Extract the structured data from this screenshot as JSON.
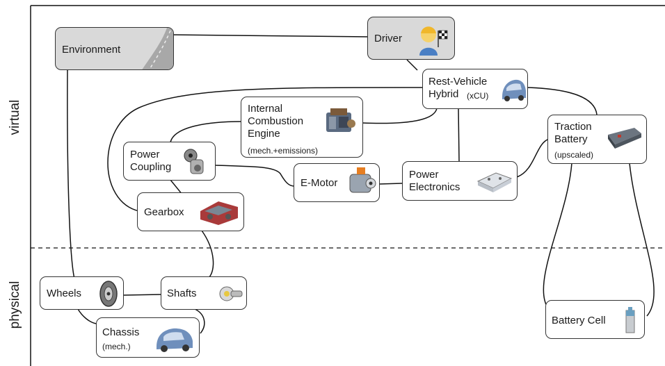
{
  "side_labels": {
    "virtual": "virtual",
    "physical": "physical"
  },
  "nodes": {
    "environment": {
      "title": "Environment",
      "icon": "road-icon"
    },
    "driver": {
      "title": "Driver",
      "icon": "driver-flag-icon"
    },
    "rest_vehicle": {
      "title": "Rest-Vehicle\nHybrid",
      "sub": "(xCU)",
      "icon": "car-icon"
    },
    "ice": {
      "title": "Internal\nCombustion\nEngine",
      "sub": "(mech.+emissions)",
      "icon": "engine-icon"
    },
    "traction_battery": {
      "title": "Traction\nBattery",
      "sub": "(upscaled)",
      "icon": "battery-pack-icon"
    },
    "power_coupling": {
      "title": "Power\nCoupling",
      "icon": "coupling-icon"
    },
    "e_motor": {
      "title": "E-Motor",
      "icon": "e-motor-icon"
    },
    "power_electronics": {
      "title": "Power\nElectronics",
      "icon": "inverter-icon"
    },
    "gearbox": {
      "title": "Gearbox",
      "icon": "gearbox-icon"
    },
    "wheels": {
      "title": "Wheels",
      "icon": "wheel-icon"
    },
    "shafts": {
      "title": "Shafts",
      "icon": "shaft-icon"
    },
    "chassis": {
      "title": "Chassis",
      "sub": "(mech.)",
      "icon": "car-chassis-icon"
    },
    "battery_cell": {
      "title": "Battery Cell",
      "icon": "battery-cell-icon"
    }
  },
  "colors": {
    "grey_box": "#d9d9d9",
    "line": "#111111",
    "car_blue": "#5b7fb0"
  }
}
